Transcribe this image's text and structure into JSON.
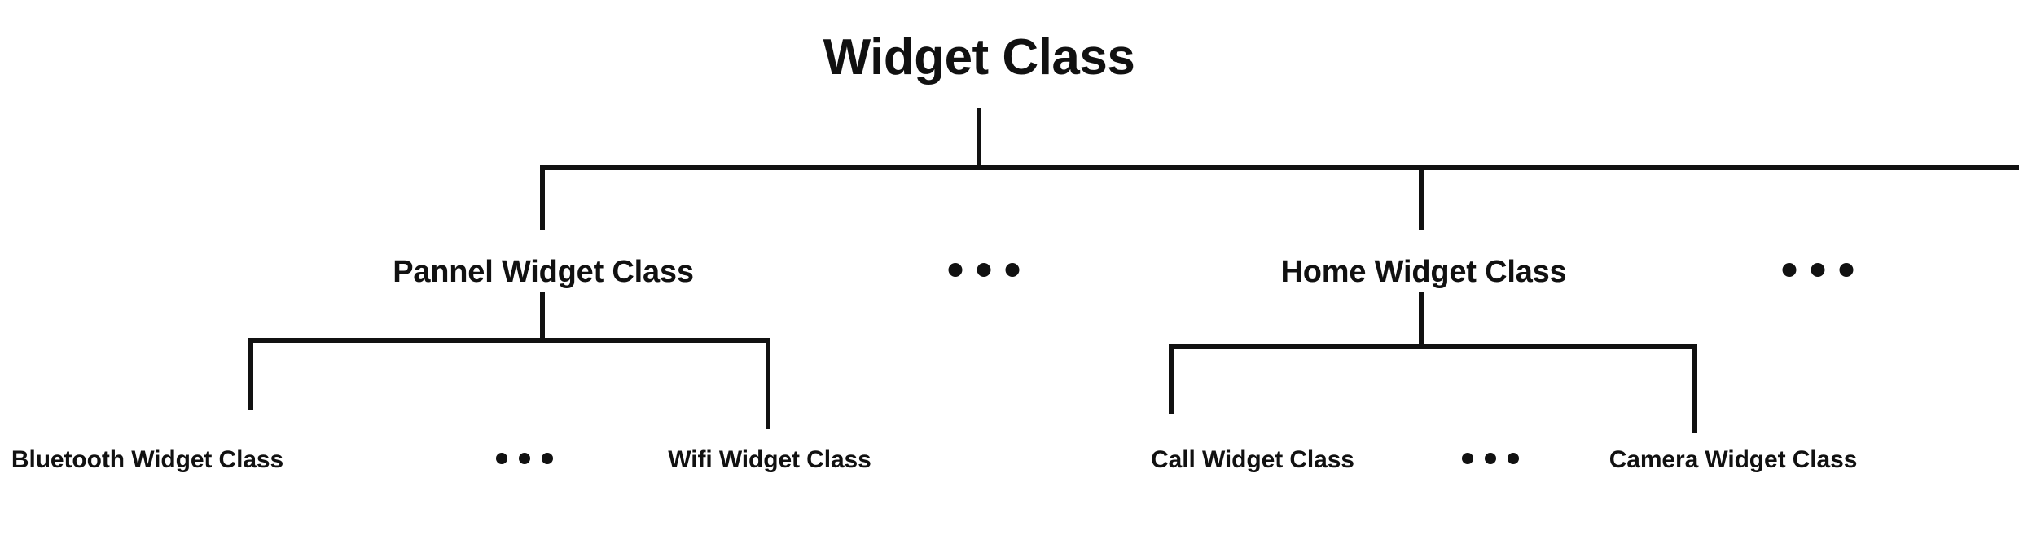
{
  "diagram": {
    "title": "Widget Class",
    "type": "class-hierarchy-tree",
    "line_color": "#111111",
    "background_color": "#ffffff",
    "ellipsis_label": "...",
    "levels": {
      "root": {
        "label": "Widget Class"
      },
      "level_two": {
        "nodes": [
          {
            "label": "Pannel Widget Class"
          },
          {
            "label": "Home Widget Class"
          }
        ],
        "ellipses": [
          {
            "label": "..."
          },
          {
            "label": "..."
          }
        ]
      },
      "level_three": {
        "pannel_children": [
          {
            "label": "Bluetooth Widget Class"
          },
          {
            "label": "Wifi Widget Class"
          }
        ],
        "pannel_ellipsis": {
          "label": "..."
        },
        "home_children": [
          {
            "label": "Call Widget Class"
          },
          {
            "label": "Camera Widget Class"
          }
        ],
        "home_ellipsis": {
          "label": "..."
        }
      }
    }
  }
}
